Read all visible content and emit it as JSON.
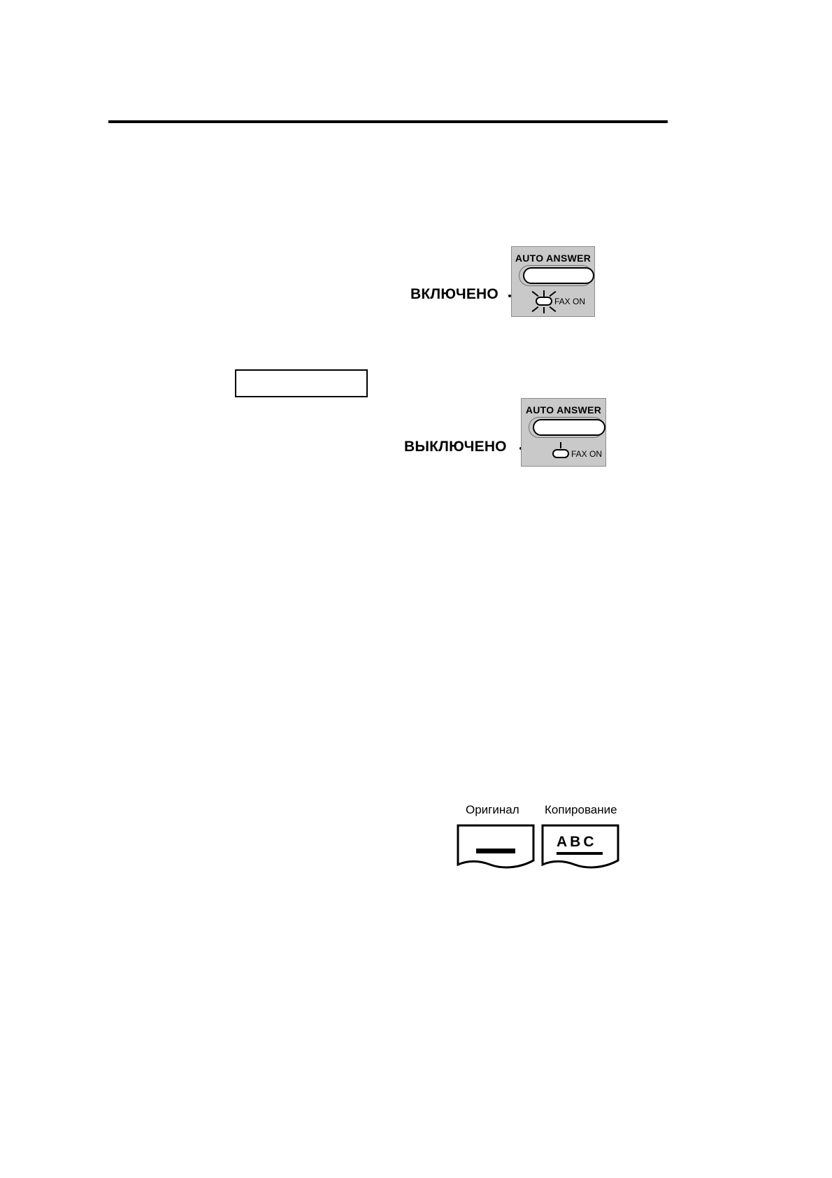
{
  "page": {
    "language": "ru",
    "background_color": "#ffffff",
    "rule_color": "#000000"
  },
  "figures": {
    "auto_answer_on": {
      "panel_label": "AUTO ANSWER",
      "led_label": "FAX ON",
      "state_label": "ВКЛЮЧЕНО",
      "led_state": "blinking",
      "panel_color": "#c9c9c9"
    },
    "auto_answer_off": {
      "panel_label": "AUTO ANSWER",
      "led_label": "FAX ON",
      "state_label": "ВЫКЛЮЧЕНО",
      "led_state": "steady",
      "panel_color": "#c9c9c9"
    },
    "copy_illustration": {
      "original_caption": "Оригинал",
      "copy_caption": "Копирование",
      "copy_content": "ABC"
    }
  },
  "note_box": {
    "text": ""
  }
}
